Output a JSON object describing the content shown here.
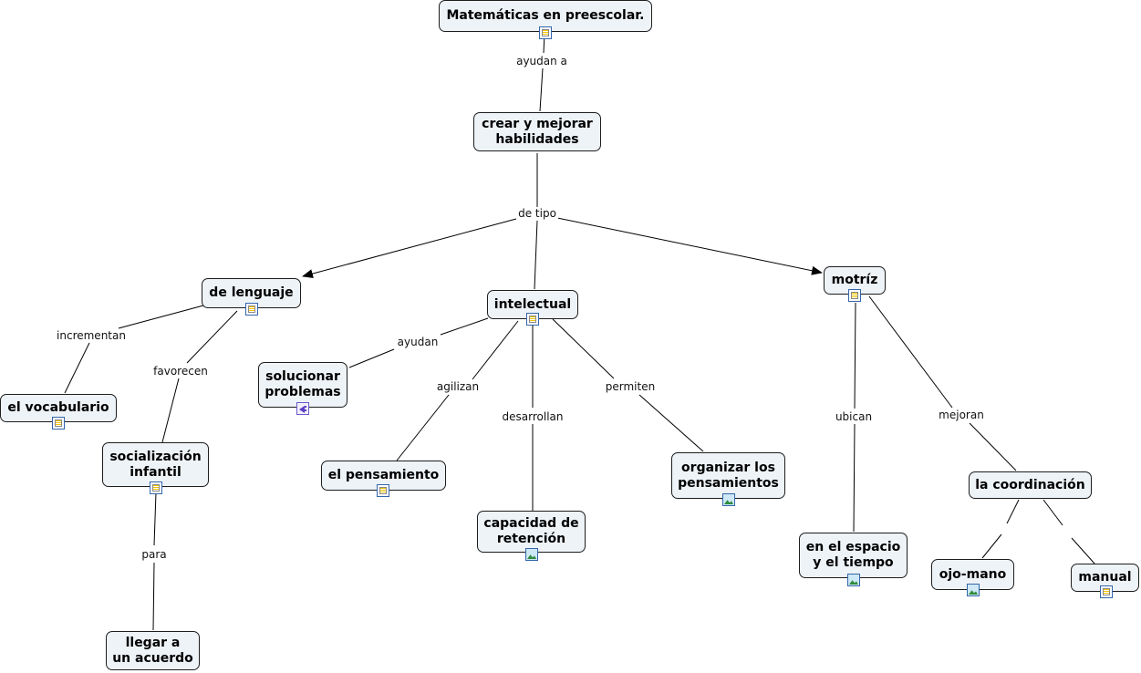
{
  "nodes": {
    "n_mat": {
      "text": "Matemáticas en preescolar.",
      "icon": "document-icon"
    },
    "n_crear": {
      "text": "crear y mejorar\nhabilidades",
      "icon": null
    },
    "n_leng": {
      "text": "de lenguaje",
      "icon": "document-icon"
    },
    "n_int": {
      "text": "intelectual",
      "icon": "document-icon"
    },
    "n_mot": {
      "text": "motríz",
      "icon": "document-icon"
    },
    "n_vocab": {
      "text": "el vocabulario",
      "icon": "document-icon"
    },
    "n_social": {
      "text": "socialización\ninfantil",
      "icon": "document-icon"
    },
    "n_acuerdo": {
      "text": "llegar a\nun acuerdo",
      "icon": null
    },
    "n_solucionar": {
      "text": "solucionar\nproblemas",
      "icon": "sound-icon"
    },
    "n_pens": {
      "text": "el pensamiento",
      "icon": "document-icon"
    },
    "n_capacidad": {
      "text": "capacidad de\nretención",
      "icon": "image-icon"
    },
    "n_organizar": {
      "text": "organizar los\npensamientos",
      "icon": "image-icon"
    },
    "n_espacio": {
      "text": "en el espacio\ny el tiempo",
      "icon": "image-icon"
    },
    "n_coord": {
      "text": "la coordinación",
      "icon": null
    },
    "n_ojo": {
      "text": "ojo-mano",
      "icon": "image-icon"
    },
    "n_manual": {
      "text": "manual",
      "icon": "document-icon"
    }
  },
  "links": {
    "l_ayudan_a": "ayudan a",
    "l_de_tipo": "de tipo",
    "l_incrementan": "incrementan",
    "l_favorecen": "favorecen",
    "l_para": "para",
    "l_ayudan": "ayudan",
    "l_agilizan": "agilizan",
    "l_desarrollan": "desarrollan",
    "l_permiten": "permiten",
    "l_ubican": "ubican",
    "l_mejoran": "mejoran",
    "l_coord_a": "",
    "l_coord_b": ""
  }
}
